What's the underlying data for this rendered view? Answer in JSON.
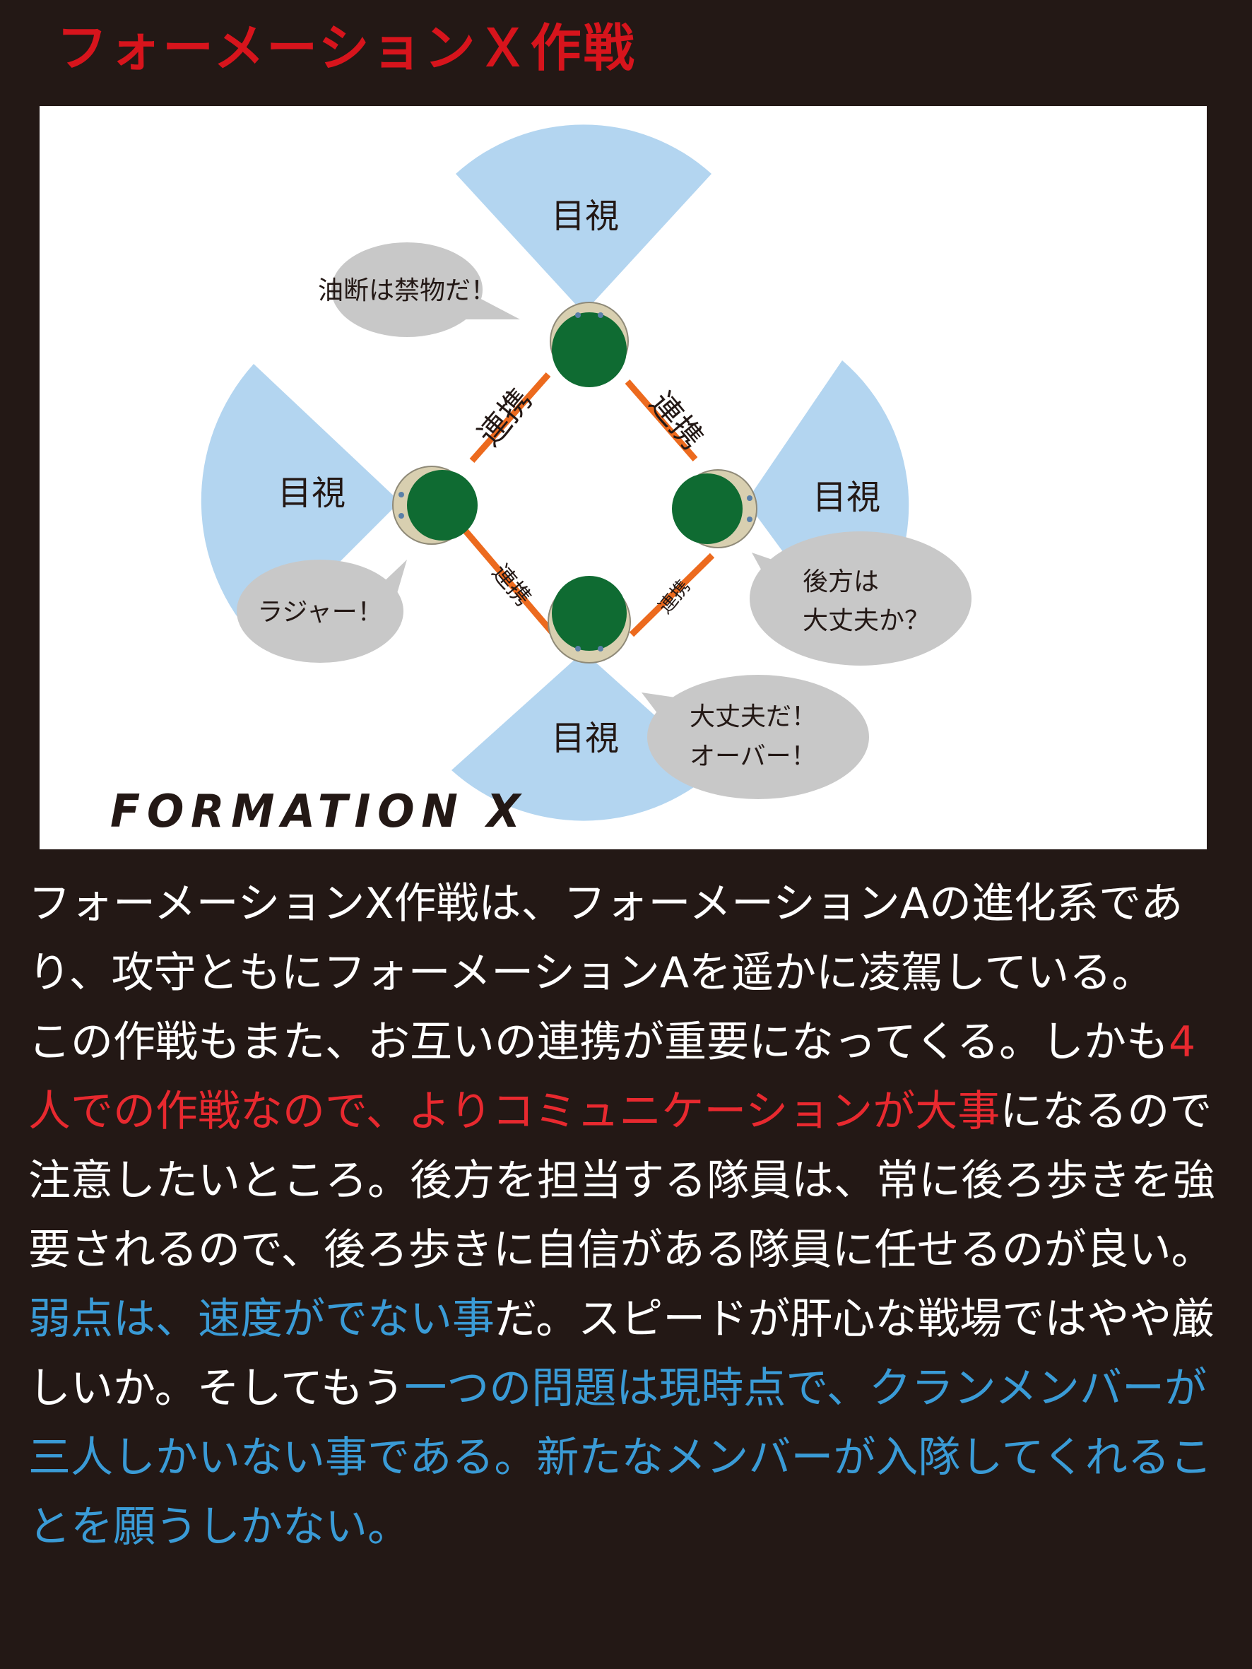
{
  "title": "フォーメーションＸ作戦",
  "colors": {
    "background": "#231815",
    "title": "#d7141c",
    "highlight_red": "#e8292f",
    "highlight_blue": "#3a9bd6",
    "vision_cone": "#b3d5f0",
    "member_head": "#0f6b32",
    "link_line": "#ec6a1e",
    "bubble": "#c8c8c8"
  },
  "diagram": {
    "vision_label": "目視",
    "link_label": "連携",
    "logo": "FORMATION X",
    "bubbles": {
      "top": "油断は禁物だ！",
      "left": "ラジャー！",
      "right_line1": "後方は",
      "right_line2": "大丈夫か？",
      "bottom_line1": "大丈夫だ！",
      "bottom_line2": "オーバー！"
    }
  },
  "body": {
    "p1_a": "フォーメーションX作戦は、フォーメーションAの進化系であり、攻守ともにフォーメーションAを遥かに凌駕している。",
    "p1_b": "この作戦もまた、お互いの連携が重要になってくる。しかも",
    "p1_red": "4人での作戦なので、よりコミュニケーションが大事",
    "p1_c": "になるので注意したいところ。後方を担当する隊員は、常に後ろ歩きを強要されるので、後ろ歩きに自信がある隊員に任せるのが良い。",
    "p2_blue1": "弱点は、速度がでない事",
    "p2_a": "だ。スピードが肝心な戦場ではやや厳しいか。そしてもう",
    "p2_blue2": "一つの問題は現時点で、クランメンバーが三人しかいない事である。新たなメンバーが入隊してくれることを願うしかない。"
  }
}
